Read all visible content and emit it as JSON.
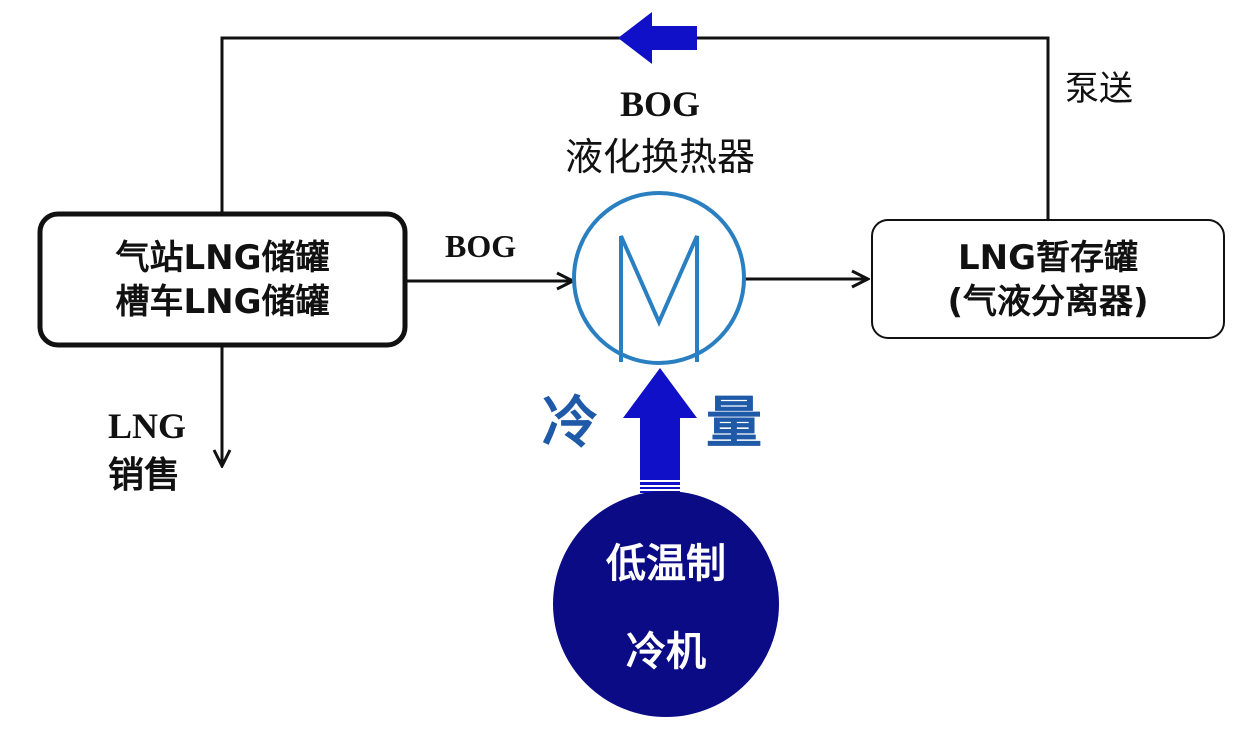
{
  "colors": {
    "line": "#111111",
    "exchanger": "#2a7fc1",
    "blue_arrow": "#1010c8",
    "cold_text": "#1f5aa8",
    "chiller_fill": "#0b0b86",
    "chiller_text": "#ffffff"
  },
  "storage_box": {
    "line1": "气站LNG储罐",
    "line2": "槽车LNG储罐"
  },
  "temp_tank": {
    "line1": "LNG暂存罐",
    "line2": "(气液分离器)"
  },
  "exchanger": {
    "title_line1": "BOG",
    "title_line2": "液化换热器",
    "icon": "heat-exchanger-icon"
  },
  "flows": {
    "bog_label": "BOG",
    "pump_label": "泵送",
    "lng_label": "LNG",
    "sales_label": "销售"
  },
  "cold": {
    "left": "冷",
    "right": "量"
  },
  "chiller": {
    "line1": "低温制",
    "line2": "冷机"
  }
}
